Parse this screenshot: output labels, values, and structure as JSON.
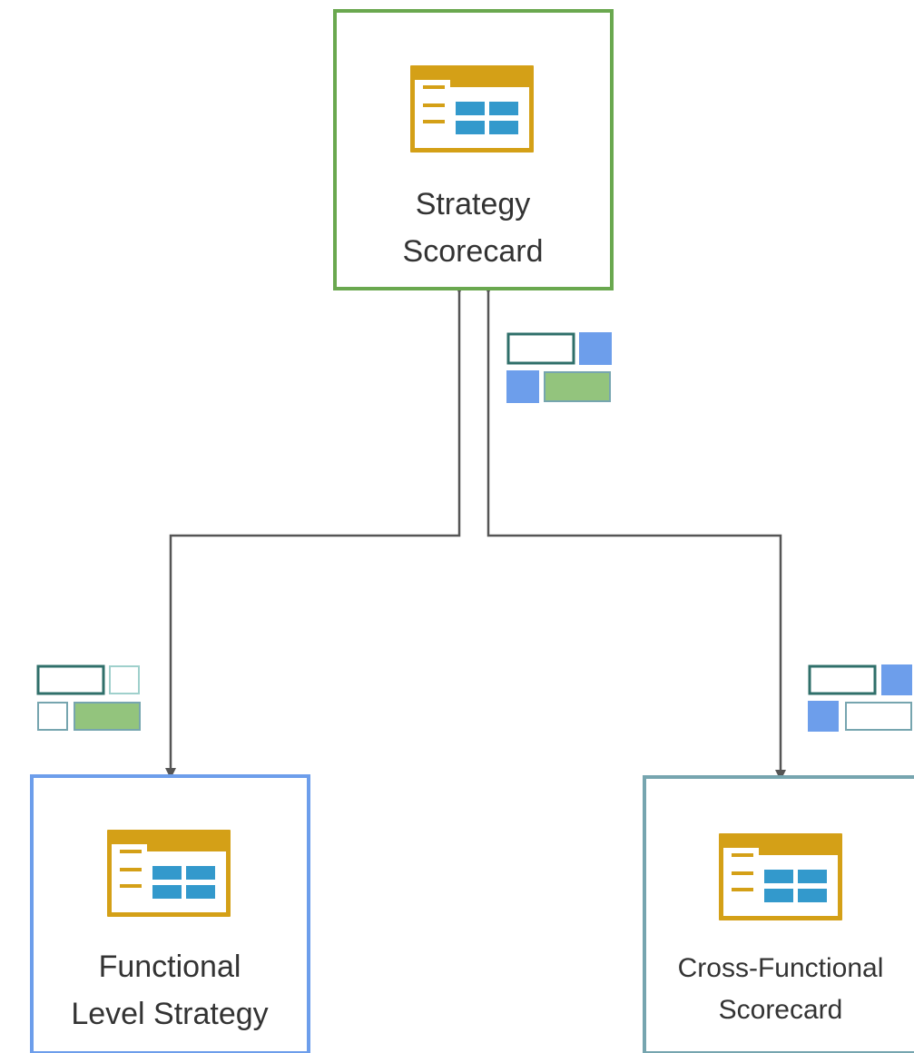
{
  "colors": {
    "top_border": "#6aa84f",
    "left_border": "#6d9eeb",
    "right_border": "#76a5af",
    "connector": "#555555",
    "icon_gold": "#d4a017",
    "icon_blue": "#3399cc",
    "legend_dark_teal": "#2f6f6a",
    "legend_light_teal": "#9fd0cc",
    "legend_blue": "#6d9eeb",
    "legend_green": "#93c47d",
    "label_text": "#333333"
  },
  "nodes": {
    "top": {
      "line1": "Strategy",
      "line2": "Scorecard",
      "icon": "scorecard-icon"
    },
    "left": {
      "line1": "Functional",
      "line2": "Level Strategy",
      "icon": "scorecard-icon"
    },
    "right": {
      "line1": "Cross-Functional",
      "line2": "Scorecard",
      "icon": "scorecard-icon"
    }
  },
  "legends": {
    "top_to_middle": {
      "icon": "layout-grid-icon"
    },
    "left": {
      "icon": "layout-grid-icon"
    },
    "right": {
      "icon": "layout-grid-icon"
    }
  }
}
